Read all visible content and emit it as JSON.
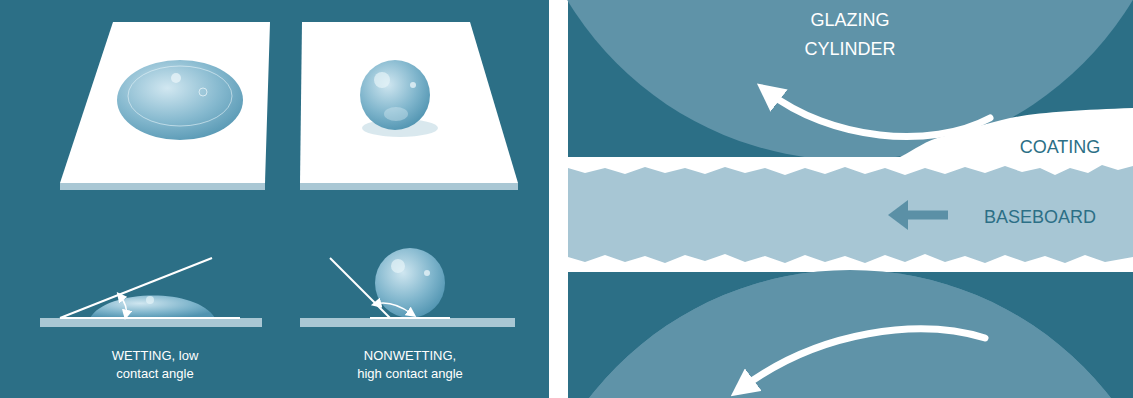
{
  "diagram": {
    "nodes": [
      {
        "text": [
          "GLAZING CYLINDER"
        ]
      },
      {
        "text": [
          "BASEBOARD"
        ]
      }
    ],
    "labels": [
      "WETTING, low contact angle",
      "NONWETTING, high contact angle",
      "COATING"
    ]
  }
}
